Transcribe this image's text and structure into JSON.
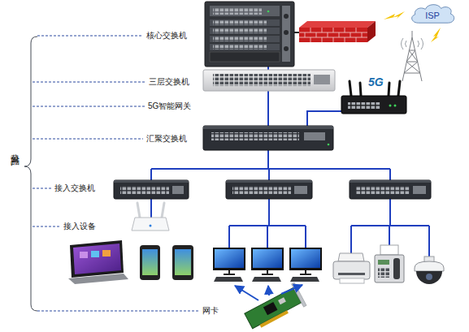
{
  "diagram": {
    "nodes": [
      {
        "text": [
          "ISP"
        ]
      }
    ],
    "labels": [
      "核心交换机",
      "三层交换机",
      "5G",
      "5G智能网关",
      "汇聚交换机",
      "公司产品",
      "接入交换机",
      "接入设备",
      "网卡"
    ]
  }
}
